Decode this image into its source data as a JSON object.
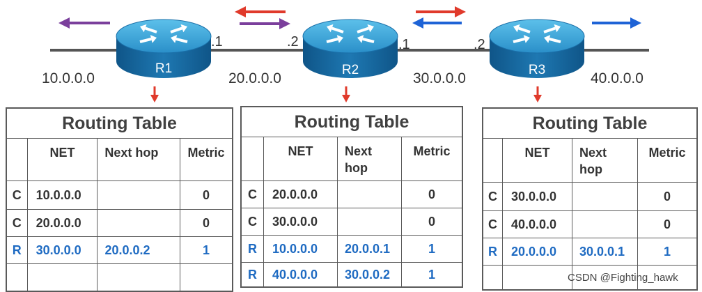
{
  "topology": {
    "routers": [
      {
        "name": "R1"
      },
      {
        "name": "R2"
      },
      {
        "name": "R3"
      }
    ],
    "networks": [
      "10.0.0.0",
      "20.0.0.0",
      "30.0.0.0",
      "40.0.0.0"
    ],
    "interfaces": [
      ".1",
      ".2",
      ".1",
      ".2"
    ],
    "colors": {
      "purple_arrow": "#7b3f9c",
      "red_arrow": "#e03a2b",
      "blue_arrow": "#1e63d6",
      "router_body": "#1a6fa8",
      "router_top": "#36a3d8",
      "link_line": "#555555"
    }
  },
  "tables": [
    {
      "title": "Routing Table",
      "headers": {
        "net": "NET",
        "hop": "Next hop",
        "metric": "Metric"
      },
      "rows": [
        {
          "type": "C",
          "net": "10.0.0.0",
          "hop": "",
          "metric": "0",
          "highlight": false
        },
        {
          "type": "C",
          "net": "20.0.0.0",
          "hop": "",
          "metric": "0",
          "highlight": false
        },
        {
          "type": "R",
          "net": "30.0.0.0",
          "hop": "20.0.0.2",
          "metric": "1",
          "highlight": true
        },
        {
          "type": "",
          "net": "",
          "hop": "",
          "metric": "",
          "highlight": false
        }
      ]
    },
    {
      "title": "Routing Table",
      "headers": {
        "net": "NET",
        "hop": "Next\nhop",
        "metric": "Metric"
      },
      "rows": [
        {
          "type": "C",
          "net": "20.0.0.0",
          "hop": "",
          "metric": "0",
          "highlight": false
        },
        {
          "type": "C",
          "net": "30.0.0.0",
          "hop": "",
          "metric": "0",
          "highlight": false
        },
        {
          "type": "R",
          "net": "10.0.0.0",
          "hop": "20.0.0.1",
          "metric": "1",
          "highlight": true
        },
        {
          "type": "R",
          "net": "40.0.0.0",
          "hop": "30.0.0.2",
          "metric": "1",
          "highlight": true
        }
      ]
    },
    {
      "title": "Routing Table",
      "headers": {
        "net": "NET",
        "hop": "Next\nhop",
        "metric": "Metric"
      },
      "rows": [
        {
          "type": "C",
          "net": "30.0.0.0",
          "hop": "",
          "metric": "0",
          "highlight": false
        },
        {
          "type": "C",
          "net": "40.0.0.0",
          "hop": "",
          "metric": "0",
          "highlight": false
        },
        {
          "type": "R",
          "net": "20.0.0.0",
          "hop": "30.0.0.1",
          "metric": "1",
          "highlight": true
        },
        {
          "type": "",
          "net": "",
          "hop": "",
          "metric": "",
          "highlight": false
        }
      ]
    }
  ],
  "watermark": "CSDN @Fighting_hawk"
}
